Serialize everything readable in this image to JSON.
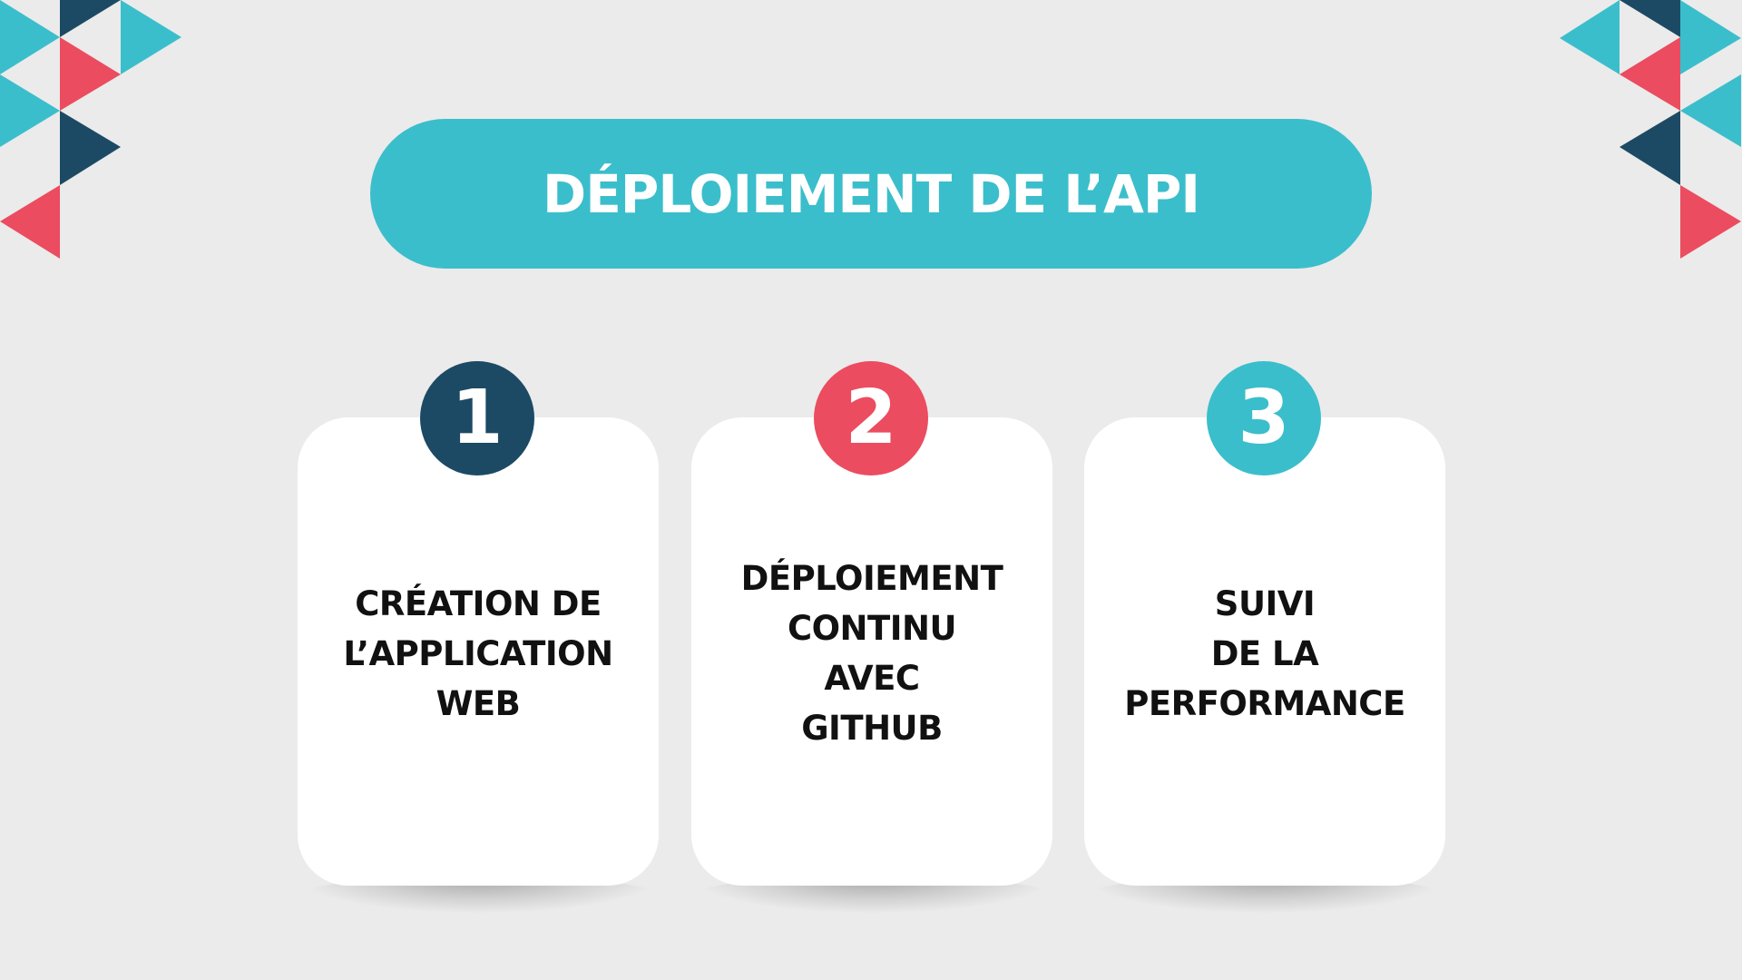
{
  "slide": {
    "title": "DÉPLOIEMENT DE L’API"
  },
  "colors": {
    "background": "#ebebeb",
    "teal": "#3bbecb",
    "navy": "#1c4a64",
    "red": "#eb4c5f",
    "card": "#ffffff",
    "text": "#111111"
  },
  "steps": [
    {
      "number": "1",
      "text": "CRÉATION DE\nL’APPLICATION\nWEB",
      "badge_color": "#1c4a64"
    },
    {
      "number": "2",
      "text": "DÉPLOIEMENT\nCONTINU\nAVEC\nGITHUB",
      "badge_color": "#eb4c5f"
    },
    {
      "number": "3",
      "text": "SUIVI\nDE LA\nPERFORMANCE",
      "badge_color": "#3bbecb"
    }
  ]
}
